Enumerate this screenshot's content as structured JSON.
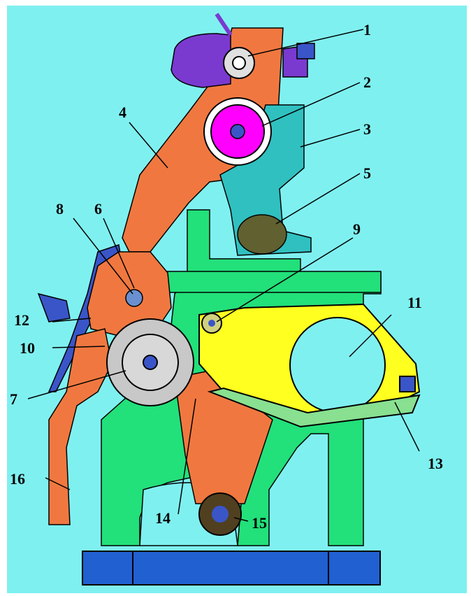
{
  "diagram": {
    "colors": {
      "background": "#7ff0f0",
      "frame": "#22e07a",
      "material": "#f07840",
      "yellow_housing": "#ffff20",
      "drum": "#c8c8c8",
      "magenta_roller": "#ff00ff",
      "base": "#2060d0",
      "blue_parts": "#3a55c8",
      "purple_parts": "#7a3ad0",
      "bin": "#30c0c0"
    },
    "labels": [
      "1",
      "2",
      "3",
      "4",
      "5",
      "6",
      "7",
      "8",
      "9",
      "10",
      "11",
      "12",
      "13",
      "14",
      "15",
      "16"
    ]
  }
}
